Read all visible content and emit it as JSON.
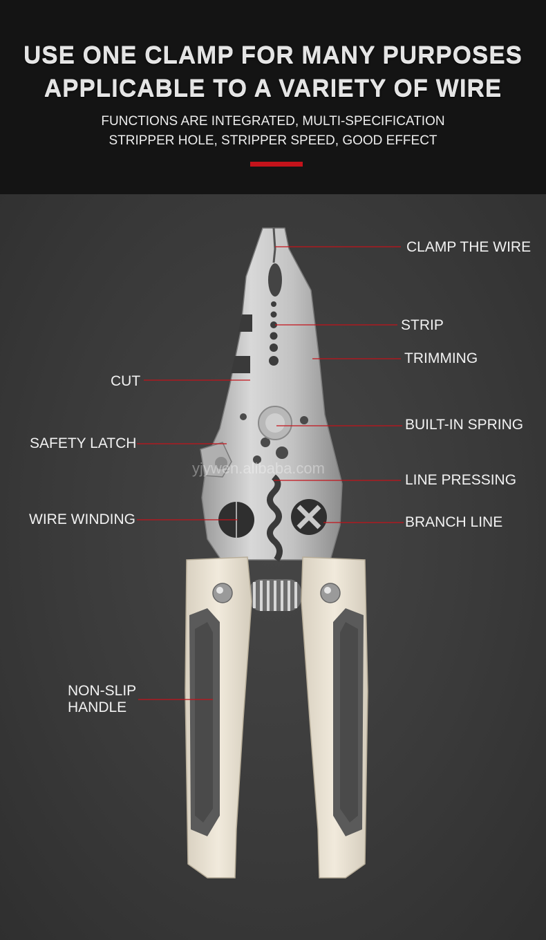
{
  "header": {
    "title_line1": "USE ONE CLAMP FOR MANY PURPOSES",
    "title_line2": "APPLICABLE TO A VARIETY OF WIRE",
    "subtitle_line1": "FUNCTIONS ARE INTEGRATED, MULTI-SPECIFICATION",
    "subtitle_line2": "STRIPPER HOLE, STRIPPER SPEED, GOOD EFFECT",
    "accent_color": "#c4131b"
  },
  "callouts": {
    "clamp_the_wire": "CLAMP THE WIRE",
    "strip": "STRIP",
    "trimming": "TRIMMING",
    "cut": "CUT",
    "built_in_spring": "BUILT-IN SPRING",
    "safety_latch": "SAFETY LATCH",
    "line_pressing": "LINE PRESSING",
    "wire_winding": "WIRE WINDING",
    "branch_line": "BRANCH LINE",
    "non_slip_handle": "NON-SLIP HANDLE"
  },
  "watermark": "yjywen.alibaba.com",
  "colors": {
    "line_color": "#c4131b",
    "handle_cream": "#ece4d4",
    "handle_grip": "#5a5a5a",
    "steel": "#c9c9c9"
  }
}
